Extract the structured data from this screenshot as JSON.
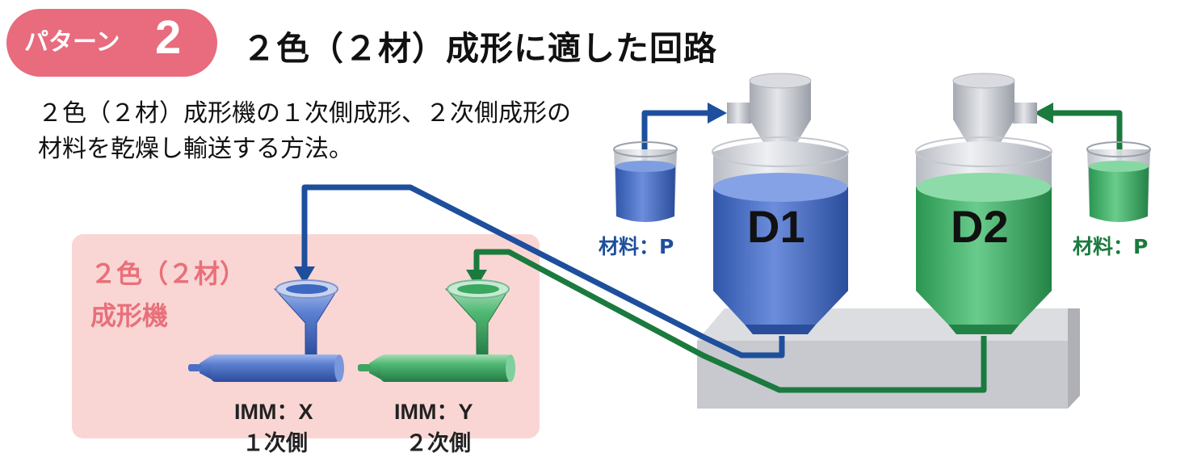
{
  "header": {
    "badge_label": "パターン",
    "badge_number": "2",
    "title": "２色（２材）成形に適した回路"
  },
  "description": {
    "line1": "２色（２材）成形機の１次側成形、２次側成形の",
    "line2": "材料を乾燥し輸送する方法。"
  },
  "molding_machine_group": {
    "title_line1": "２色（２材）",
    "title_line2": "成形機"
  },
  "machines": [
    {
      "label": "IMM：X",
      "side": "１次側",
      "color": "#3e68c2"
    },
    {
      "label": "IMM：Y",
      "side": "２次側",
      "color": "#3aa85f"
    }
  ],
  "dryers": [
    {
      "label": "D1",
      "color": "#3e68c2"
    },
    {
      "label": "D2",
      "color": "#3aa85f"
    }
  ],
  "materials": [
    {
      "label": "材料：P",
      "color": "#1e4f9c"
    },
    {
      "label": "材料：P",
      "color": "#1b7a3e"
    }
  ],
  "colors": {
    "badge": "#e86b7e",
    "panel": "#f9d6d4",
    "panel_text": "#e8707a",
    "pipe_blue": "#1e4f9c",
    "pipe_green": "#1b7a3e",
    "base": "#c7c9ce"
  }
}
